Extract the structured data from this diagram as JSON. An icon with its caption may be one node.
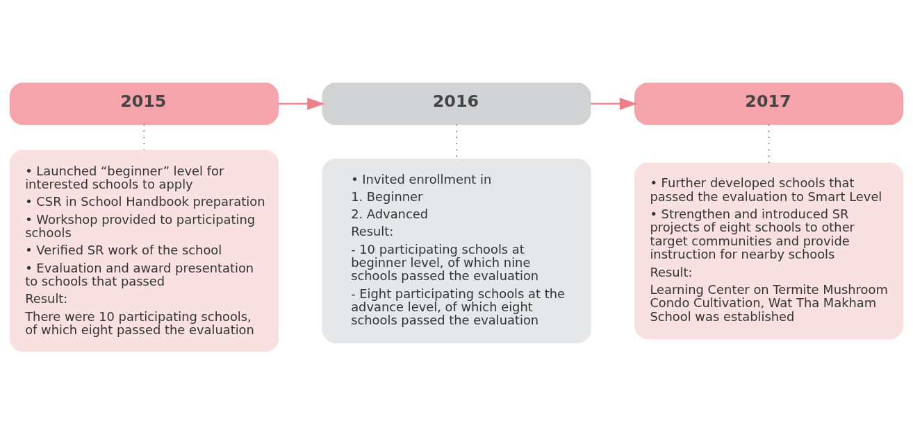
{
  "diagram": {
    "nodes": [
      {
        "text": [
          "2015"
        ]
      },
      {
        "text": [
          "2016"
        ]
      },
      {
        "text": [
          "2017"
        ]
      },
      {
        "text": [
          "• Launched “beginner” level for interested schools to apply",
          "• CSR in School Handbook preparation",
          "• Workshop provided to participating schools",
          "• Verified SR work of the school",
          "• Evaluation and award presentation to schools that passed",
          "Result:",
          "There were 10 participating schools, of which eight passed the evaluation"
        ]
      },
      {
        "text": [
          "• Invited enrollment in",
          "1. Beginner",
          "2. Advanced",
          "Result:",
          "- 10 participating schools at beginner level, of which nine schools passed the evaluation",
          "- Eight participating schools at the advance level, of which eight schools passed the evaluation"
        ]
      },
      {
        "text": [
          "• Further developed schools that passed the evaluation to Smart Level",
          "• Strengthen and introduced SR projects of eight schools to other target communities and provide instruction for nearby schools",
          "Result:",
          "Learning Center on Termite Mushroom Condo Cultivation, Wat Tha Makham School was established"
        ]
      }
    ],
    "edges": [
      {
        "from": 0,
        "to": 1,
        "arrow": "to",
        "color": "#ee7f8a"
      },
      {
        "from": 1,
        "to": 2,
        "arrow": "to",
        "color": "#ee7f8a"
      },
      {
        "from": 0,
        "to": 3,
        "arrow": "none",
        "style": "dashed"
      },
      {
        "from": 1,
        "to": 4,
        "arrow": "none",
        "style": "dashed"
      },
      {
        "from": 2,
        "to": 5,
        "arrow": "none",
        "style": "dashed"
      }
    ]
  }
}
